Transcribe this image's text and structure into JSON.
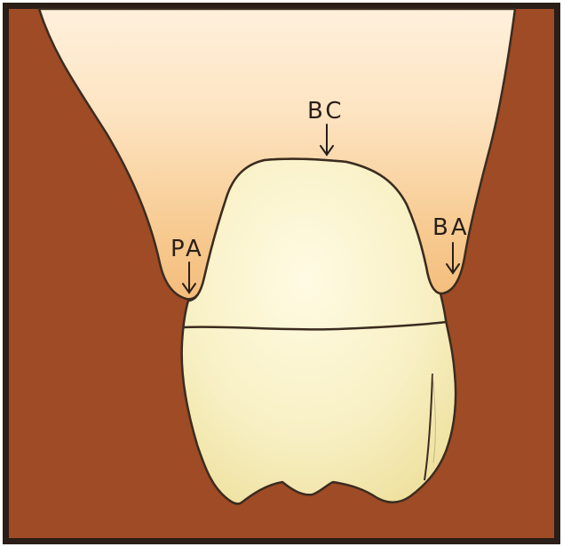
{
  "labels": {
    "bc": "BC",
    "pa": "PA",
    "ba": "BA"
  },
  "colors": {
    "frame": "#2b1d17",
    "bone": "#9e4b26",
    "tissue_light": "#fde9d0",
    "tissue_warm": "#f6c88c",
    "tooth": "#f9f1c8",
    "tooth_shadow": "#eadf9f",
    "outline": "#3b2c1f"
  },
  "icons": {
    "bc_arrow": "arrow-down-icon",
    "pa_arrow": "arrow-down-icon",
    "ba_arrow": "arrow-down-icon"
  }
}
